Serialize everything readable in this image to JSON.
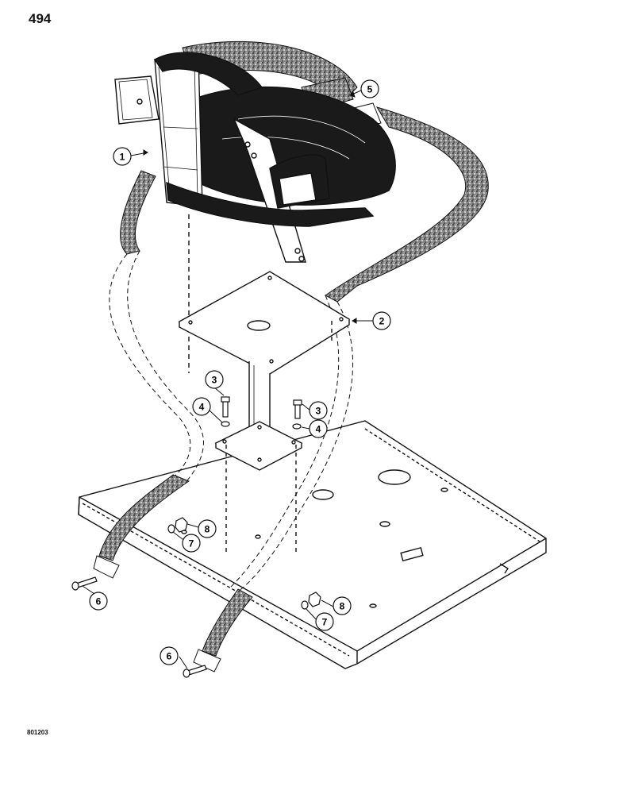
{
  "page": {
    "number": "494",
    "figure_code": "801203"
  },
  "callouts": [
    {
      "id": "c1",
      "label": "1"
    },
    {
      "id": "c2",
      "label": "2"
    },
    {
      "id": "c3a",
      "label": "3"
    },
    {
      "id": "c3b",
      "label": "3"
    },
    {
      "id": "c4a",
      "label": "4"
    },
    {
      "id": "c4b",
      "label": "4"
    },
    {
      "id": "c5",
      "label": "5"
    },
    {
      "id": "c6a",
      "label": "6"
    },
    {
      "id": "c6b",
      "label": "6"
    },
    {
      "id": "c7a",
      "label": "7"
    },
    {
      "id": "c7b",
      "label": "7"
    },
    {
      "id": "c8a",
      "label": "8"
    },
    {
      "id": "c8b",
      "label": "8"
    }
  ],
  "colors": {
    "ink": "#111111",
    "paper": "#ffffff",
    "belt": "#6a6a6a"
  }
}
